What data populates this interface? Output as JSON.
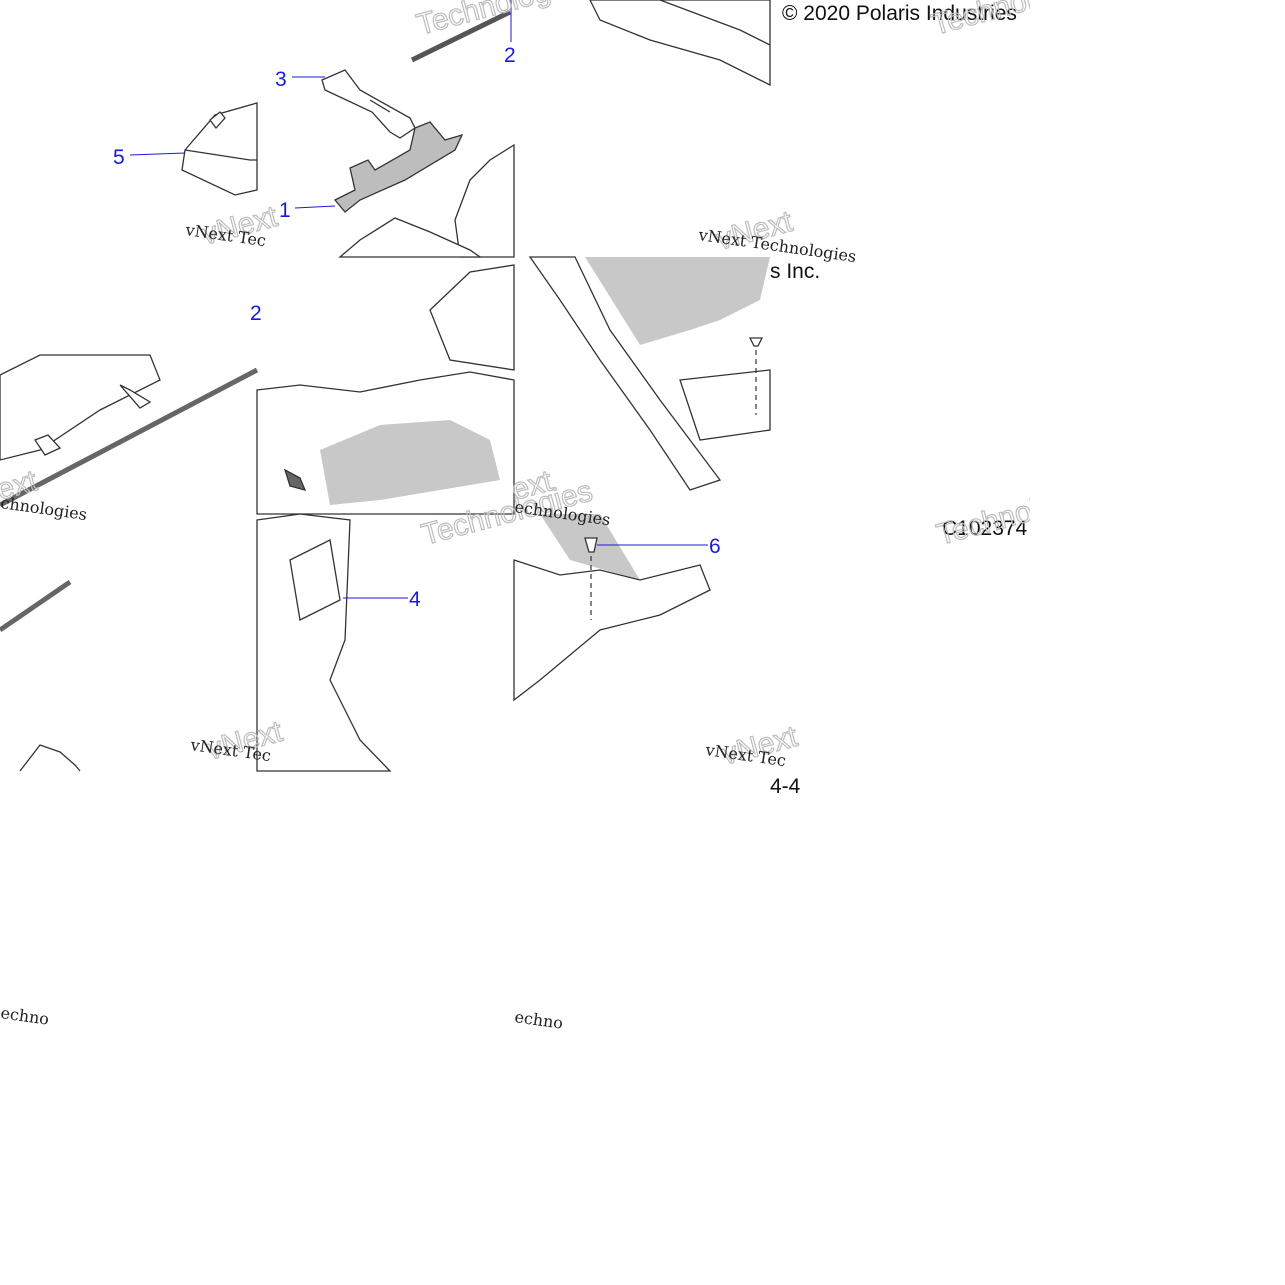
{
  "copyright": "© 2020 Polaris Industries",
  "copyright_tail": "s Inc.",
  "figure_code": "C102374",
  "page_fragment": "4-4",
  "watermark": {
    "brand_outline": "Technologies",
    "brand_top": "vNext",
    "brand_outline_short": "ext",
    "brand_script": "vNext Technologies",
    "brand_script_short": "vNext Tec",
    "brand_script_tail": "echnologies",
    "brand_script_tail_short": "chnologies",
    "brand_script_fragment": "echno"
  },
  "callouts": [
    {
      "id": "1",
      "label": "1"
    },
    {
      "id": "2",
      "label": "2"
    },
    {
      "id": "2b",
      "label": "2"
    },
    {
      "id": "3",
      "label": "3"
    },
    {
      "id": "4",
      "label": "4"
    },
    {
      "id": "5",
      "label": "5"
    },
    {
      "id": "6",
      "label": "6"
    }
  ],
  "colors": {
    "callout": "#1a1adb",
    "line_art": "#333333",
    "shade": "#c8c8c8",
    "watermark": "#bdbdbd"
  }
}
